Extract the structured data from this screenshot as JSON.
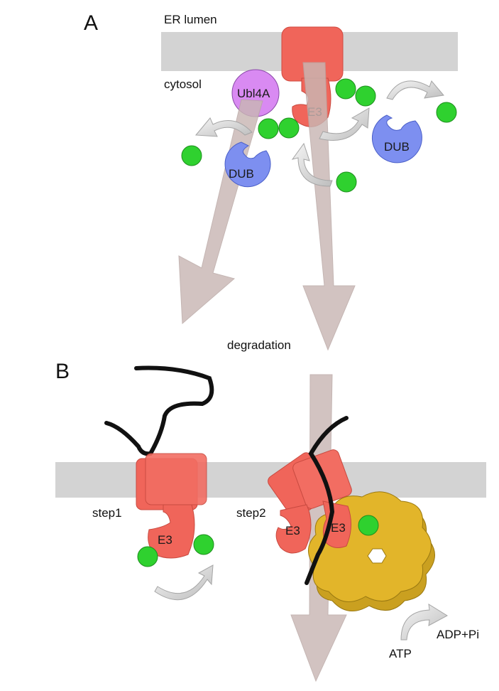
{
  "panels": {
    "a": {
      "letter": "A",
      "er_lumen": "ER lumen",
      "cytosol": "cytosol",
      "ubl4a": "Ubl4A",
      "e3": "E3",
      "dub": "DUB",
      "degradation": "degradation"
    },
    "b": {
      "letter": "B",
      "step1": "step1",
      "step2": "step2",
      "e3": "E3",
      "atp": "ATP",
      "adp": "ADP+Pi"
    }
  },
  "colors": {
    "membrane": "#d3d3d3",
    "e3": "#f0655a",
    "ubiquitin": "#2fd12f",
    "dub": "#7d8ff0",
    "ubl4a": "#d98af2",
    "degradation_arrow": "#c9b7b4",
    "p97": "#e2b52a",
    "substrate_chain": "#111111"
  },
  "icons": [
    "ubiquitin-icon",
    "recycle-arrow-icon",
    "dub-icon",
    "ubl4a-icon",
    "e3-ligase-icon",
    "p97-hexamer-icon"
  ]
}
